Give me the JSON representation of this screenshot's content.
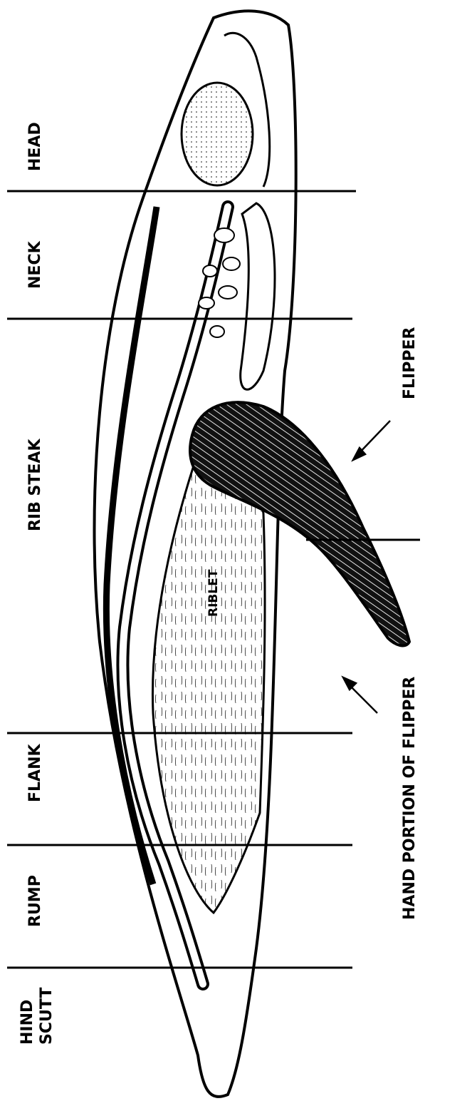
{
  "diagram": {
    "section_labels": [
      {
        "id": "head",
        "text": "HEAD"
      },
      {
        "id": "neck",
        "text": "NECK"
      },
      {
        "id": "rib-steak",
        "text": "RIB STEAK"
      },
      {
        "id": "flank",
        "text": "FLANK"
      },
      {
        "id": "rump",
        "text": "RUMP"
      },
      {
        "id": "hind-scutt-line1",
        "text": "HIND"
      },
      {
        "id": "hind-scutt-line2",
        "text": "SCUTT"
      }
    ],
    "callouts": {
      "flipper": "FLIPPER",
      "hand_portion": "HAND PORTION OF FLIPPER",
      "riblet": "RIBLET"
    },
    "colors": {
      "ink": "#000000",
      "background": "#ffffff"
    }
  }
}
